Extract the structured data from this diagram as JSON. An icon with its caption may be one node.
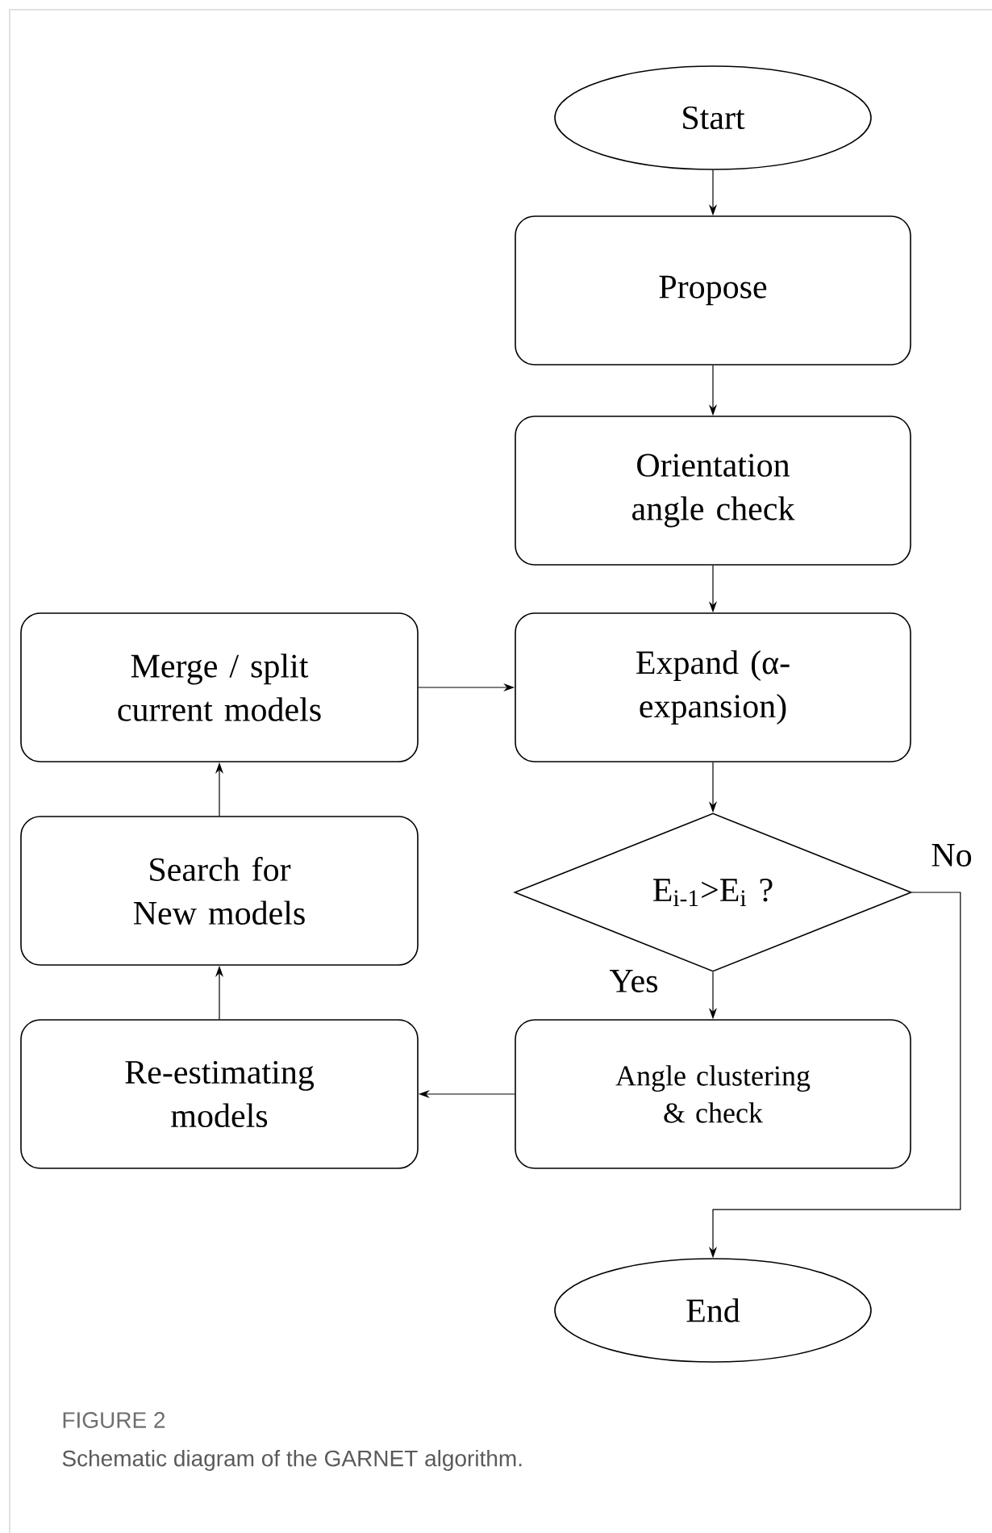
{
  "diagram": {
    "title": "FIGURE 2",
    "caption": "Schematic diagram of the GARNET algorithm.",
    "nodes": [
      {
        "text": [
          "Start"
        ]
      },
      {
        "text": [
          "Propose"
        ]
      },
      {
        "text": [
          "Orientation angle check"
        ]
      },
      {
        "text": [
          "Merge / split current models"
        ]
      },
      {
        "text": [
          "Expand (α-expansion)"
        ]
      },
      {
        "text": [
          "E$_{i-1}$>E$_{i}$ ?"
        ]
      },
      {
        "text": [
          "Search for New models"
        ]
      },
      {
        "text": [
          "Re-estimating models"
        ]
      },
      {
        "text": [
          "Angle clustering & check"
        ]
      },
      {
        "text": [
          "End"
        ]
      }
    ],
    "edges": [
      {
        "from": 0,
        "to": 1,
        "arrow": "to"
      },
      {
        "from": 1,
        "to": 2,
        "arrow": "to"
      },
      {
        "from": 2,
        "to": 4,
        "arrow": "to"
      },
      {
        "from": 3,
        "to": 4,
        "arrow": "to"
      },
      {
        "from": 4,
        "to": 5,
        "arrow": "to"
      },
      {
        "from": 5,
        "to": 8,
        "arrow": "to",
        "label": "Yes"
      },
      {
        "from": 5,
        "to": 9,
        "arrow": "to",
        "label": "No"
      },
      {
        "from": 8,
        "to": 7,
        "arrow": "to"
      },
      {
        "from": 7,
        "to": 6,
        "arrow": "to"
      },
      {
        "from": 6,
        "to": 3,
        "arrow": "to"
      }
    ]
  }
}
